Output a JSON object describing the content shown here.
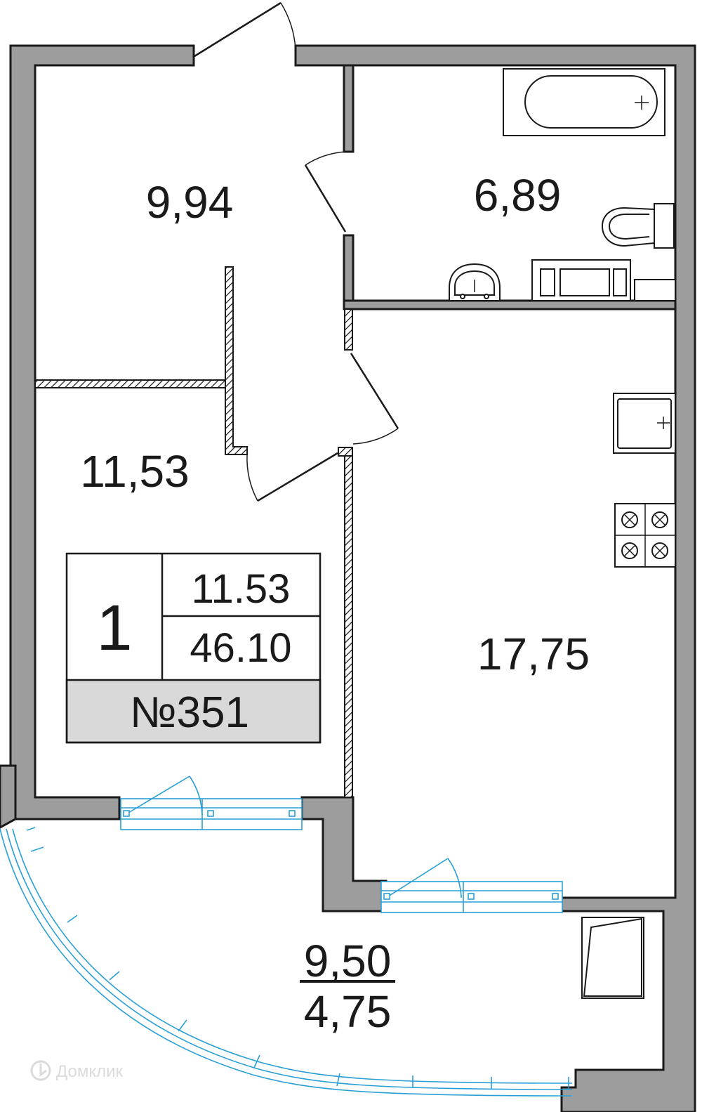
{
  "rooms": {
    "hall_area": "9,94",
    "bathroom_area": "6,89",
    "bedroom_area": "11,53",
    "kitchen_area": "17,75",
    "balcony_area": "9,50",
    "balcony_reduced_area": "4,75"
  },
  "info_box": {
    "rooms_count": "1",
    "living_area": "11.53",
    "total_area": "46.10",
    "apartment_number": "№351"
  },
  "watermark": {
    "text": "Домклик"
  },
  "colors": {
    "wall_fill": "#9d9d9d",
    "line": "#1a1a1a",
    "window": "#2a9fd6",
    "number_box_fill": "#d9d9d9"
  }
}
